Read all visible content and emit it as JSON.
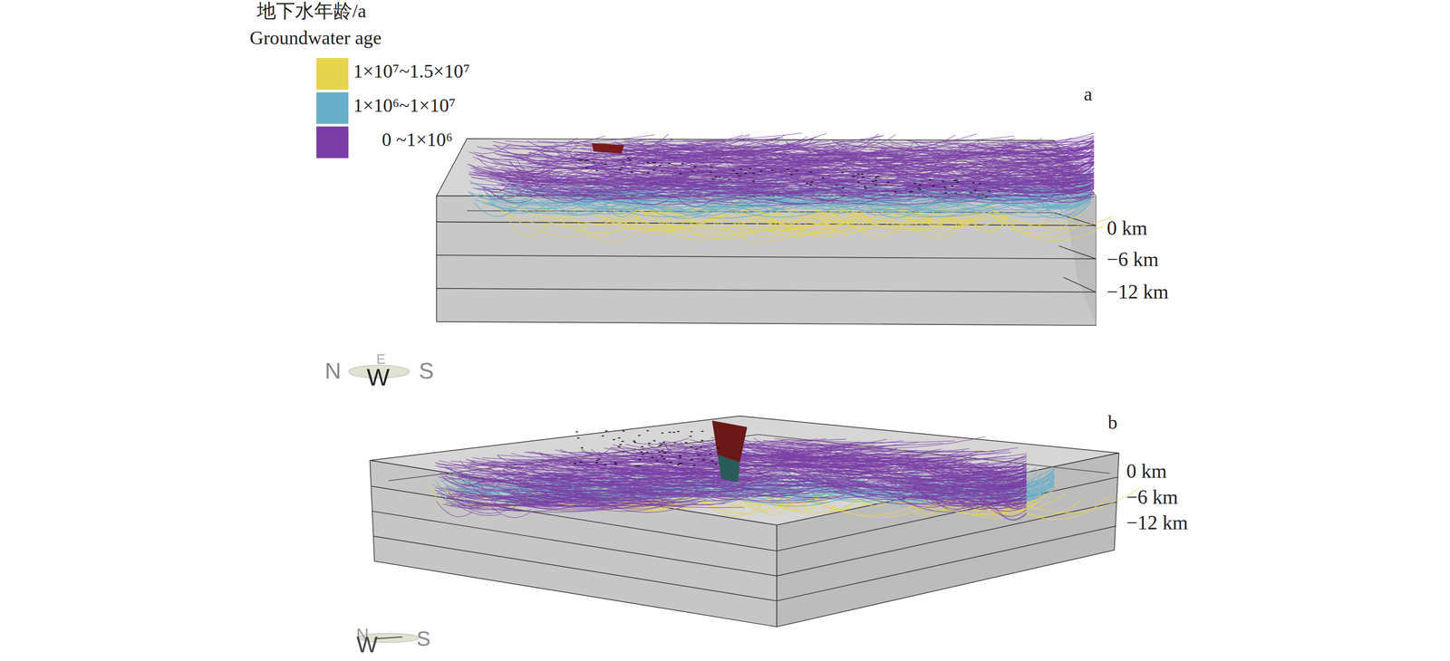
{
  "diagram": {
    "labels": [
      "地下水年龄/a",
      "Groundwater age",
      "a",
      "0 km",
      "−6 km",
      "−12 km",
      "N",
      "E",
      "W",
      "S",
      "b",
      "0 km",
      "−6 km",
      "−12 km",
      "N",
      "W",
      "S"
    ],
    "legend": [
      {
        "text": "1×10⁷~1.5×10⁷",
        "color": "#e6d44e"
      },
      {
        "text": "1×10⁶~1×10⁷",
        "color": "#6aafc9"
      },
      {
        "text": "0 ~1×10⁶",
        "color": "#7a3fa6"
      }
    ]
  }
}
